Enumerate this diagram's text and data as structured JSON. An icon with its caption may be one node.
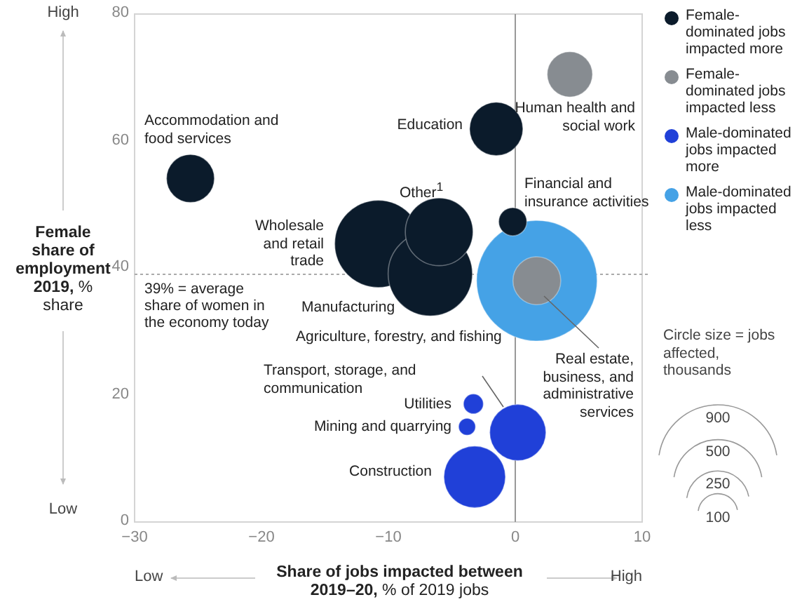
{
  "diagram": {
    "labels": [
      "High",
      "Human health and social work",
      "Accommodation and food services",
      "Education",
      "Other$^{1}$",
      "Financial and insurance activities",
      "Wholesale and retail trade",
      "Manufacturing",
      "Agriculture, forestry, and fishing",
      "Transport, storage, and communication",
      "Circle size = jobs affected, thousands",
      "Real estate, business, and administrative services",
      "Utilities",
      "Mining and quarrying",
      "Construction",
      "Low",
      "Low",
      "High"
    ],
    "chart_data": {
      "type": "scatter",
      "xlabel": "**Share of jobs impacted between 2019–20,** % of 2019 jobs",
      "ylabel": "**Female share of employment 2019,** % share",
      "xlim": [
        -30,
        10
      ],
      "ylim": [
        0,
        80
      ],
      "xticks": [
        {
          "value": -30,
          "label": "−30"
        },
        {
          "value": -20,
          "label": "−20"
        },
        {
          "value": -10,
          "label": "−10"
        },
        0,
        10
      ],
      "yticks": [
        0,
        20,
        40,
        60,
        80
      ],
      "x": [
        -25.6,
        -1.5,
        -10.8,
        -6.0,
        -6.7,
        -0.2,
        4.3,
        1.7,
        1.7,
        -3.3,
        -3.8,
        0.2,
        -3.2
      ],
      "series": [
        {
          "name": "Female-dominated jobs impacted more",
          "color": "#0b1b2b",
          "values": [
            54.1,
            61.9,
            43.8,
            45.7,
            39.1,
            47.3,
            null,
            null,
            null,
            null,
            null,
            null,
            null
          ],
          "sizes": [
            145,
            180,
            480,
            290,
            450,
            50,
            null,
            null,
            null,
            null,
            null,
            null,
            null
          ]
        },
        {
          "name": "Female-dominated jobs impacted less",
          "color": "#878c91",
          "values": [
            null,
            null,
            null,
            null,
            null,
            null,
            70.5,
            38.0,
            null,
            null,
            null,
            null,
            null
          ],
          "sizes": [
            null,
            null,
            null,
            null,
            null,
            null,
            130,
            145,
            null,
            null,
            null,
            null,
            null
          ]
        },
        {
          "name": "Male-dominated jobs impacted more",
          "color": "#2040d8",
          "values": [
            null,
            null,
            null,
            null,
            null,
            null,
            null,
            null,
            null,
            18.6,
            15.0,
            14.1,
            7.1
          ],
          "sizes": [
            null,
            null,
            null,
            null,
            null,
            null,
            null,
            null,
            null,
            25,
            18,
            200,
            240
          ]
        },
        {
          "name": "Male-dominated jobs impacted less",
          "color": "#45a2e6",
          "values": [
            null,
            null,
            null,
            null,
            null,
            null,
            null,
            null,
            38.0,
            null,
            null,
            null,
            null
          ],
          "sizes": [
            null,
            null,
            null,
            null,
            null,
            null,
            null,
            null,
            920,
            null,
            null,
            null,
            null
          ]
        }
      ],
      "ref_lines": [
        {
          "axis": "x",
          "value": 0
        },
        {
          "axis": "y",
          "value": 39,
          "label": "39% = average share of women in the economy today"
        }
      ],
      "size_legend": [
        900,
        500,
        250,
        100
      ],
      "legend": true
    }
  }
}
